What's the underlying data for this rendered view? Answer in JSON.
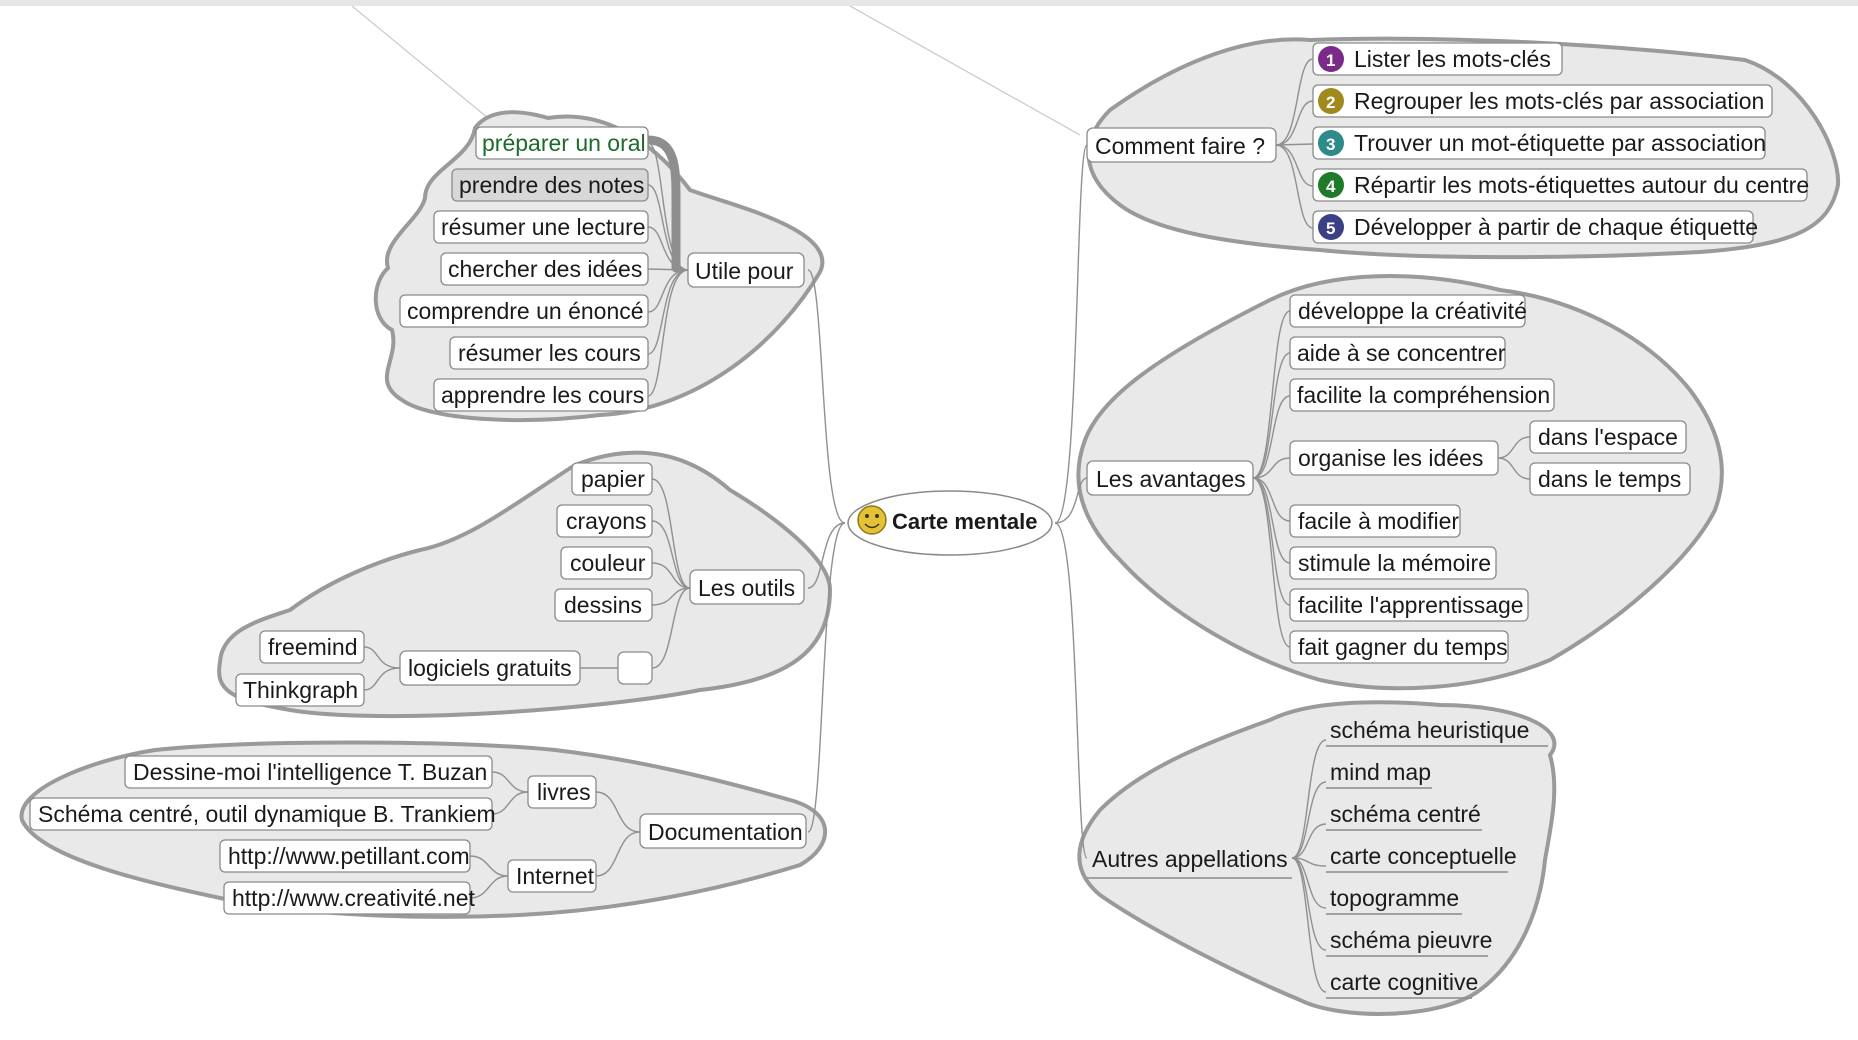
{
  "center": {
    "label": "Carte mentale",
    "icon": "smiley-icon"
  },
  "colors": {
    "step1": "#7b2a8a",
    "step2": "#a08a1e",
    "step3": "#2f8a8a",
    "step4": "#1f7a2a",
    "step5": "#3b3f86",
    "highlight_text": "#1c6a2c",
    "cloud_fill": "#e9e9e9",
    "cloud_stroke": "#9a9a9a"
  },
  "branches": {
    "utile_pour": {
      "label": "Utile  pour",
      "items": [
        "préparer un oral",
        "prendre des notes",
        "résumer une lecture",
        "chercher des idées",
        "comprendre un énoncé",
        "résumer les cours",
        "apprendre les cours"
      ]
    },
    "outils": {
      "label": "Les outils",
      "items": [
        "papier",
        "crayons",
        "couleur",
        "dessins"
      ],
      "logiciels": {
        "label": "logiciels gratuits",
        "items": [
          "freemind",
          "Thinkgraph"
        ]
      }
    },
    "documentation": {
      "label": "Documentation",
      "livres": {
        "label": "livres",
        "items": [
          "Dessine-moi l'intelligence T. Buzan",
          "Schéma centré, outil dynamique B. Trankiem"
        ]
      },
      "internet": {
        "label": "Internet",
        "items": [
          "http://www.petillant.com",
          "http://www.creativité.net"
        ]
      }
    },
    "comment_faire": {
      "label": "Comment faire ?",
      "steps": [
        {
          "num": "1",
          "label": "Lister les mots-clés"
        },
        {
          "num": "2",
          "label": "Regrouper les mots-clés par association"
        },
        {
          "num": "3",
          "label": "Trouver un mot-étiquette par association"
        },
        {
          "num": "4",
          "label": "Répartir les mots-étiquettes autour du centre"
        },
        {
          "num": "5",
          "label": "Développer à partir de chaque étiquette"
        }
      ]
    },
    "avantages": {
      "label": "Les avantages",
      "items": [
        "développe la créativité",
        "aide à se concentrer",
        "facilite la compréhension",
        "organise les idées",
        "facile à modifier",
        "stimule la mémoire",
        "facilite l'apprentissage",
        "fait gagner du temps"
      ],
      "organise_children": [
        "dans l'espace",
        "dans le temps"
      ]
    },
    "appellations": {
      "label": "Autres appellations",
      "items": [
        "schéma heuristique",
        "mind map",
        "schéma centré",
        "carte conceptuelle",
        "topogramme",
        "schéma pieuvre",
        "carte cognitive"
      ]
    }
  }
}
